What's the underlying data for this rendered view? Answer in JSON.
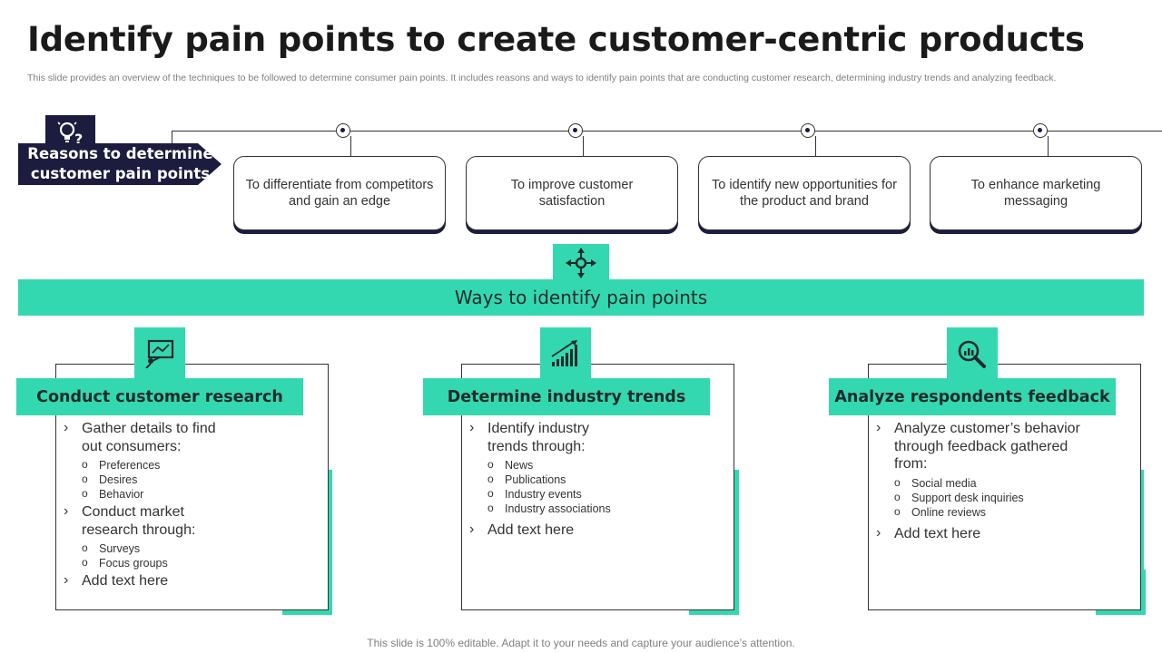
{
  "title": "Identify pain points to create customer-centric products",
  "subtitle": "This slide provides an overview of the techniques to be followed to determine consumer pain points. It includes reasons and ways to identify pain points that are conducting customer research, determining industry trends and analyzing feedback.",
  "reasons": {
    "label": "Reasons to determine customer pain points",
    "icon": "lightbulb-question-icon",
    "items": [
      "To differentiate from competitors and gain an edge",
      "To improve customer satisfaction",
      "To identify new opportunities for the product and brand",
      "To enhance marketing messaging"
    ]
  },
  "ways": {
    "title": "Ways to identify pain points",
    "icon": "compass-arrows-icon",
    "columns": [
      {
        "title": "Conduct customer research",
        "icon": "presentation-board-icon",
        "groups": [
          {
            "bullet": "Gather details to find out consumers:",
            "subs": [
              "Preferences",
              "Desires",
              "Behavior"
            ]
          },
          {
            "bullet": "Conduct market research through:",
            "subs": [
              "Surveys",
              "Focus groups"
            ]
          },
          {
            "bullet": "Add text here",
            "subs": []
          }
        ]
      },
      {
        "title": "Determine industry trends",
        "icon": "rising-bars-icon",
        "groups": [
          {
            "bullet": "Identify industry trends through:",
            "subs": [
              "News",
              "Publications",
              "Industry events",
              "Industry associations"
            ]
          },
          {
            "bullet": "Add text here",
            "subs": []
          }
        ]
      },
      {
        "title": "Analyze respondents feedback",
        "icon": "magnifier-chart-icon",
        "groups": [
          {
            "bullet": "Analyze customer’s behavior through feedback gathered from:",
            "subs": [
              "Social media",
              "Support desk inquiries",
              "Online reviews"
            ]
          },
          {
            "bullet": "Add text here",
            "subs": []
          }
        ]
      }
    ]
  },
  "colors": {
    "navy": "#1b1c3e",
    "teal": "#34d8b0"
  },
  "footer": "This slide is 100% editable. Adapt it to your needs and capture your audience’s attention."
}
